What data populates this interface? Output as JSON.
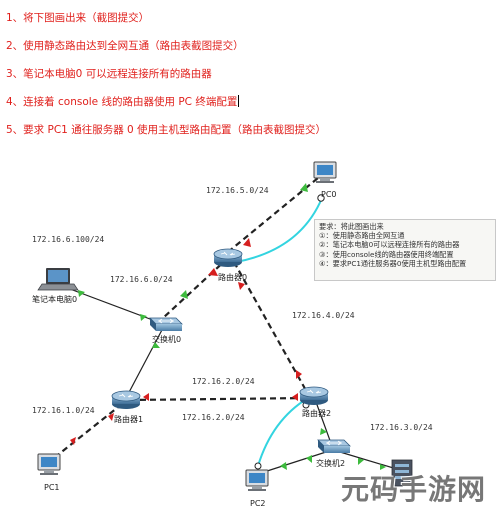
{
  "tasks": [
    "1、将下图画出来（截图提交）",
    "2、使用静态路由达到全网互通（路由表截图提交）",
    "3、笔记本电脑0 可以远程连接所有的路由器",
    "4、连接着 console 线的路由器使用 PC 终端配置",
    "5、要求 PC1 通往服务器 0 使用主机型路由配置（路由表截图提交）"
  ],
  "networks": {
    "n1": "172.16.5.0/24",
    "n2": "172.16.6.100/24",
    "n3": "172.16.6.0/24",
    "n4": "172.16.4.0/24",
    "n5": "172.16.2.0/24",
    "n6": "172.16.1.0/24",
    "n7": "172.16.2.0/24",
    "n8": "172.16.3.0/24"
  },
  "devices": {
    "pc0": "PC0",
    "router0": "路由器0",
    "laptop": "笔记本电脑0",
    "switch0": "交换机0",
    "router1": "路由器1",
    "router2": "路由器2",
    "switch2": "交换机2",
    "pc1": "PC1",
    "pc2": "PC2"
  },
  "note": {
    "title": "要求：将此图画出来",
    "items": [
      "①：使用静态路由全网互通",
      "②：笔记本电脑0可以远程连接所有的路由器",
      "③：使用console线的路由器使用终端配置",
      "④：要求PC1通往服务器0使用主机型路由配置"
    ]
  },
  "watermark": "元码手游网",
  "colors": {
    "task_text": "#e0201c",
    "serial_link": "#222222",
    "console_link": "#33d4e0",
    "link_up": "#3dbb3d",
    "link_err": "#d61f1f"
  }
}
